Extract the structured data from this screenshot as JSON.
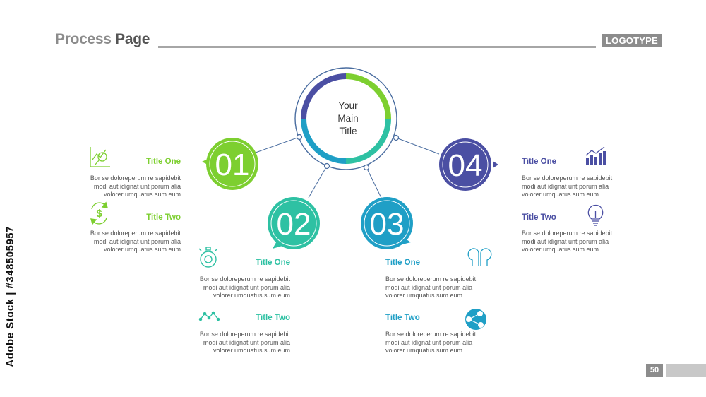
{
  "header": {
    "title_part1": "Process ",
    "title_part2": "Page",
    "logotype": "LOGOTYPE"
  },
  "footer": {
    "page_number": "50"
  },
  "watermark": "Adobe Stock | #348505957",
  "center": {
    "line1": "Your",
    "line2": "Main",
    "line3": "Title"
  },
  "nodes": [
    {
      "number": "01",
      "color": "#7dcf30"
    },
    {
      "number": "02",
      "color": "#2ec1a3"
    },
    {
      "number": "03",
      "color": "#1f9fc6"
    },
    {
      "number": "04",
      "color": "#4b4fa3"
    }
  ],
  "items": [
    {
      "title": "Title One",
      "text": [
        "Bor se doloreperum re sapidebit",
        "modi aut idignat unt porum alia",
        "volorer umquatus sum eum"
      ],
      "icon": "chart-magnifier-icon",
      "color": "#7dcf30"
    },
    {
      "title": "Title Two",
      "text": [
        "Bor se doloreperum re sapidebit",
        "modi aut idignat unt porum alia",
        "volorer umquatus sum eum"
      ],
      "icon": "dollar-cycle-icon",
      "color": "#7dcf30"
    },
    {
      "title": "Title One",
      "text": [
        "Bor se doloreperum re sapidebit",
        "modi aut idignat unt porum alia",
        "volorer umquatus sum eum"
      ],
      "icon": "stopwatch-icon",
      "color": "#2ec1a3"
    },
    {
      "title": "Title Two",
      "text": [
        "Bor se doloreperum re sapidebit",
        "modi aut idignat unt porum alia",
        "volorer umquatus sum eum"
      ],
      "icon": "line-graph-icon",
      "color": "#2ec1a3"
    },
    {
      "title": "Title One",
      "text": [
        "Bor se doloreperum re sapidebit",
        "modi aut idignat unt porum alia",
        "volorer umquatus sum eum"
      ],
      "icon": "two-heads-icon",
      "color": "#1f9fc6"
    },
    {
      "title": "Title Two",
      "text": [
        "Bor se doloreperum re sapidebit",
        "modi aut idignat unt porum alia",
        "volorer umquatus sum eum"
      ],
      "icon": "network-question-icon",
      "color": "#1f9fc6"
    },
    {
      "title": "Title One",
      "text": [
        "Bor se doloreperum re sapidebit",
        "modi aut idignat unt porum alia",
        "volorer umquatus sum eum"
      ],
      "icon": "bar-chart-icon",
      "color": "#4b4fa3"
    },
    {
      "title": "Title Two",
      "text": [
        "Bor se doloreperum re sapidebit",
        "modi aut idignat unt porum alia",
        "volorer umquatus sum eum"
      ],
      "icon": "light-bulb-icon",
      "color": "#4b4fa3"
    }
  ]
}
